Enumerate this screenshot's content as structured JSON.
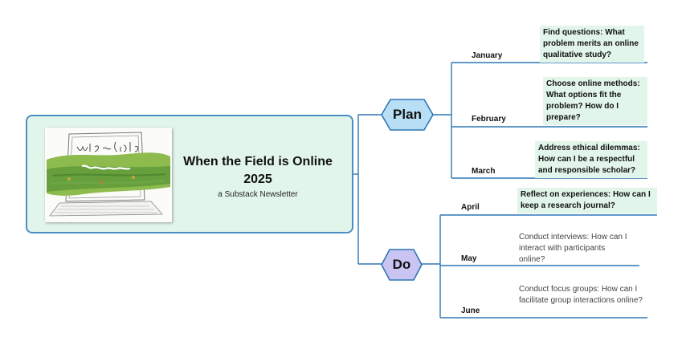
{
  "central": {
    "title_line1": "When the Field is Online",
    "title_line2": "2025",
    "subtitle": "a Substack Newsletter",
    "image_lettering": "When the field is online"
  },
  "branches": {
    "plan": {
      "label": "Plan",
      "items": [
        {
          "month": "January",
          "text": "Find questions: What problem merits an online qualitative study?"
        },
        {
          "month": "February",
          "text": "Choose online methods: What options fit the problem? How do I prepare?"
        },
        {
          "month": "March",
          "text": "Address ethical dilemmas: How can I be a respectful and responsible scholar?"
        }
      ]
    },
    "do": {
      "label": "Do",
      "items": [
        {
          "month": "April",
          "text": "Reflect on experiences: How can I keep a research journal?"
        },
        {
          "month": "May",
          "text": "Conduct interviews: How can I interact with participants online?"
        },
        {
          "month": "June",
          "text": "Conduct focus groups: How can I facilitate group interactions online?"
        }
      ]
    }
  },
  "colors": {
    "line": "#2f76b5",
    "central_fill": "#e2f5ea",
    "central_border": "#4a8fc4",
    "plan_hex_fill": "#b9dff7",
    "do_hex_fill": "#c9c4f2",
    "leaf_fill": "#e2f5ea"
  }
}
